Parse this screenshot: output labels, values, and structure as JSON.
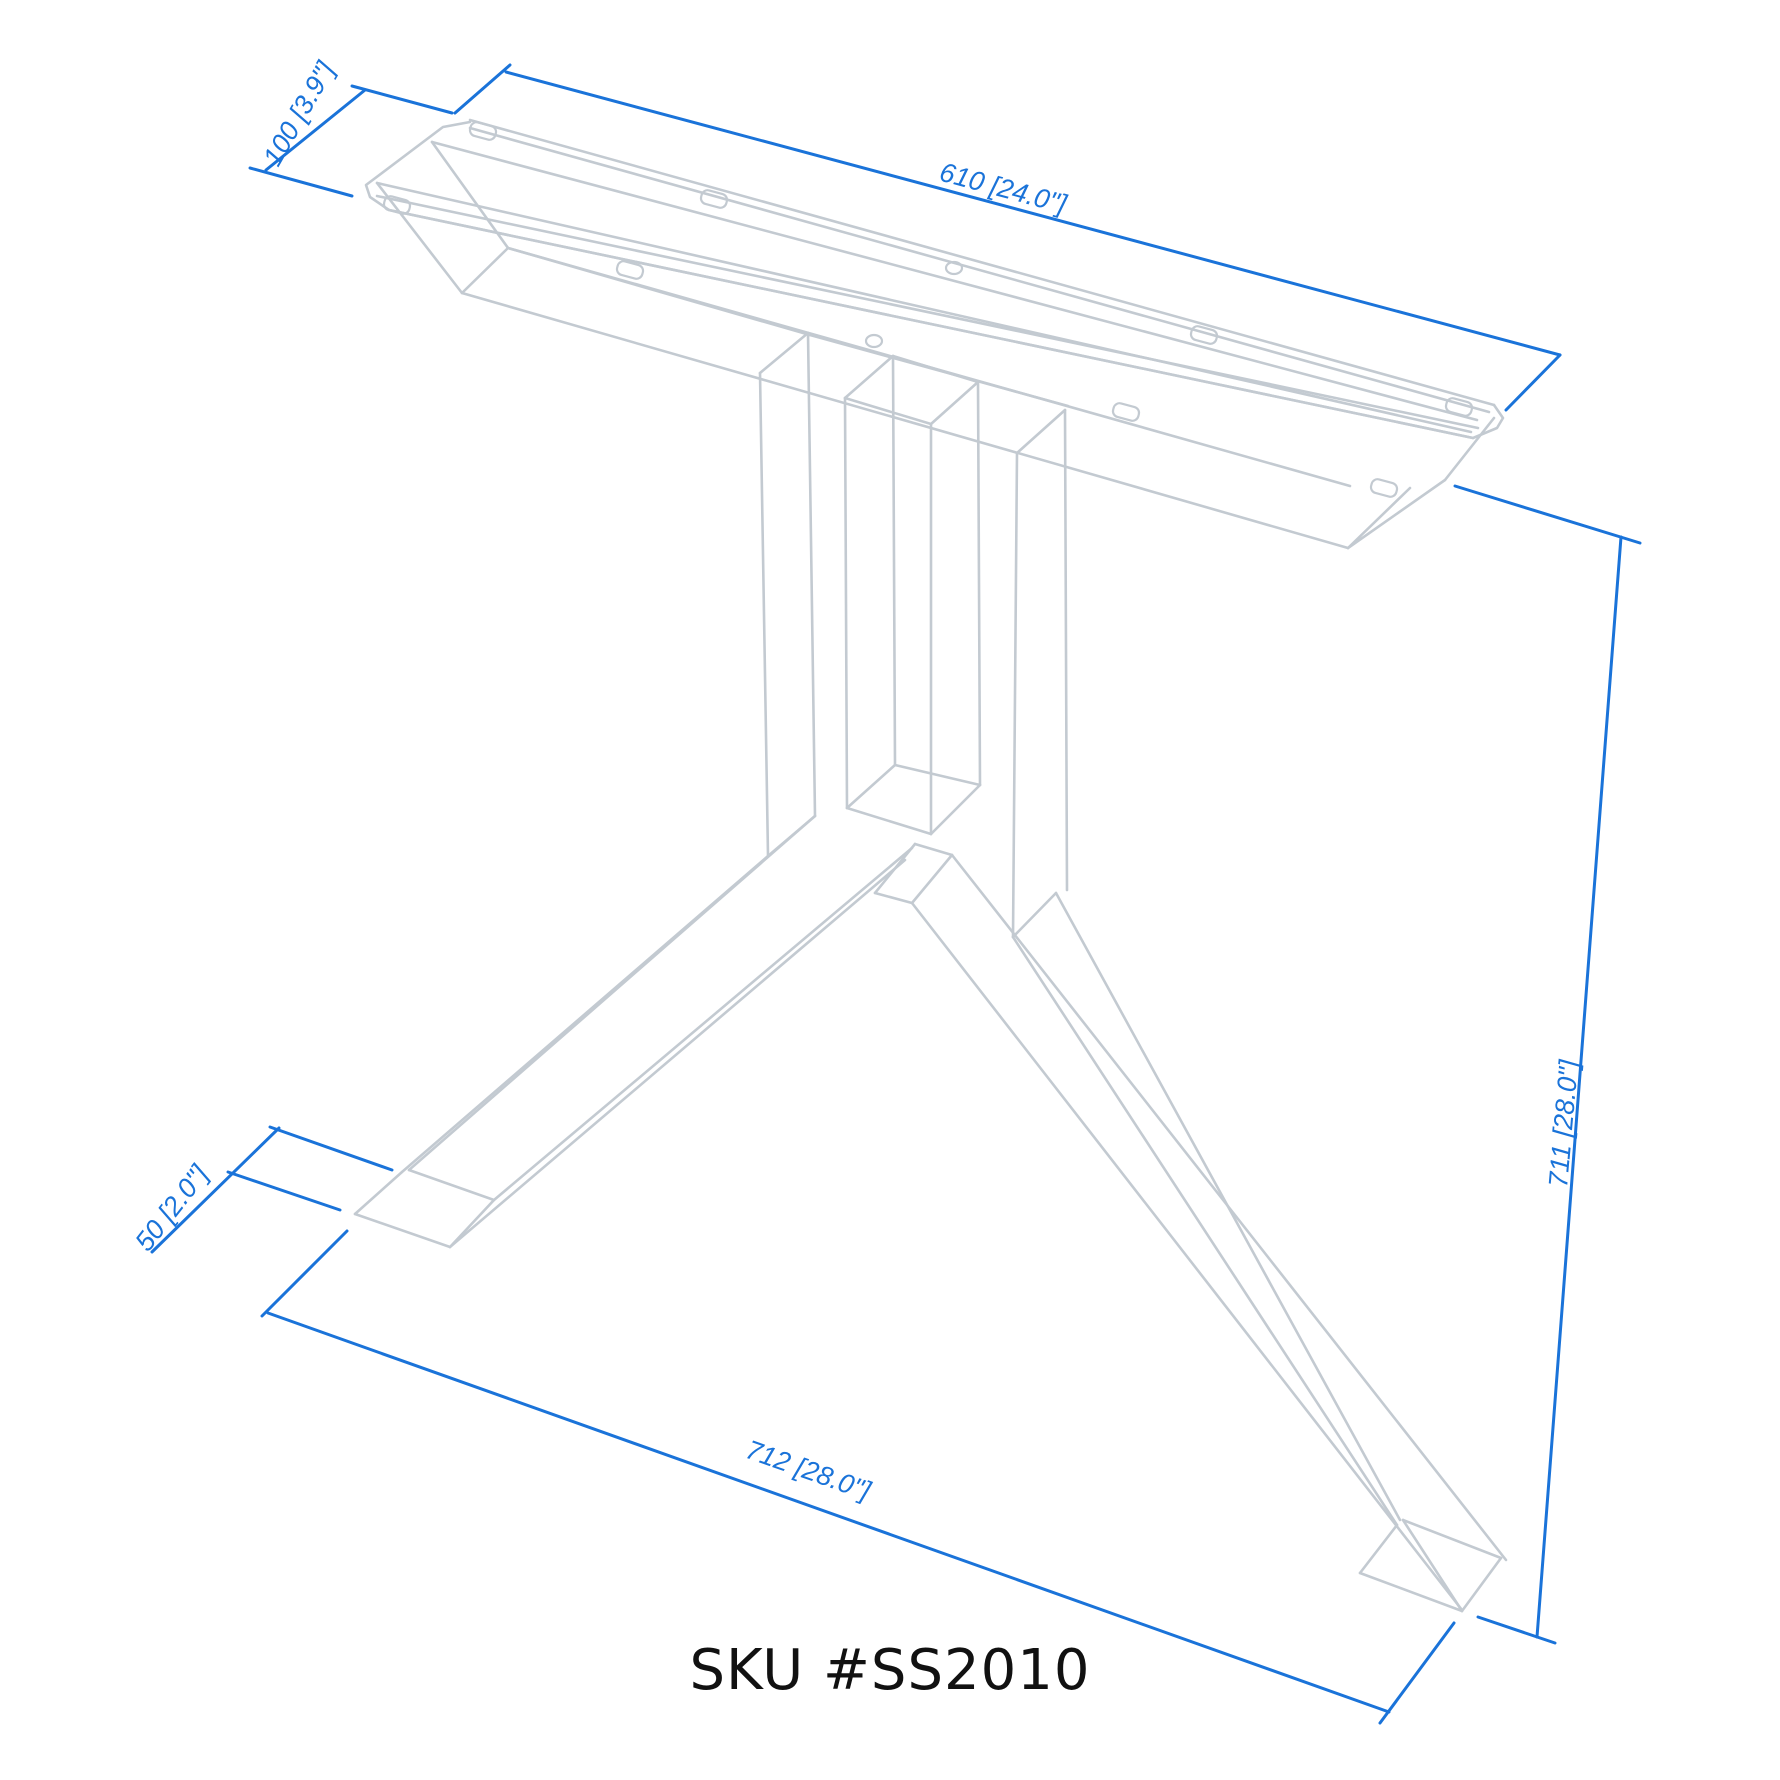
{
  "drawing": {
    "title": "Table base technical drawing",
    "sku_label": "SKU #SS2010",
    "colors": {
      "frame_line": "#c3cad1",
      "dimension": "#1a73d9",
      "sku_text": "#111111",
      "background": "#ffffff"
    },
    "dimensions": {
      "top_width": "100 [3.9\"]",
      "top_length": "610 [24.0\"]",
      "height": "711 [28.0\"]",
      "foot_width": "50 [2.0\"]",
      "base_span": "712 [28.0\"]"
    }
  }
}
